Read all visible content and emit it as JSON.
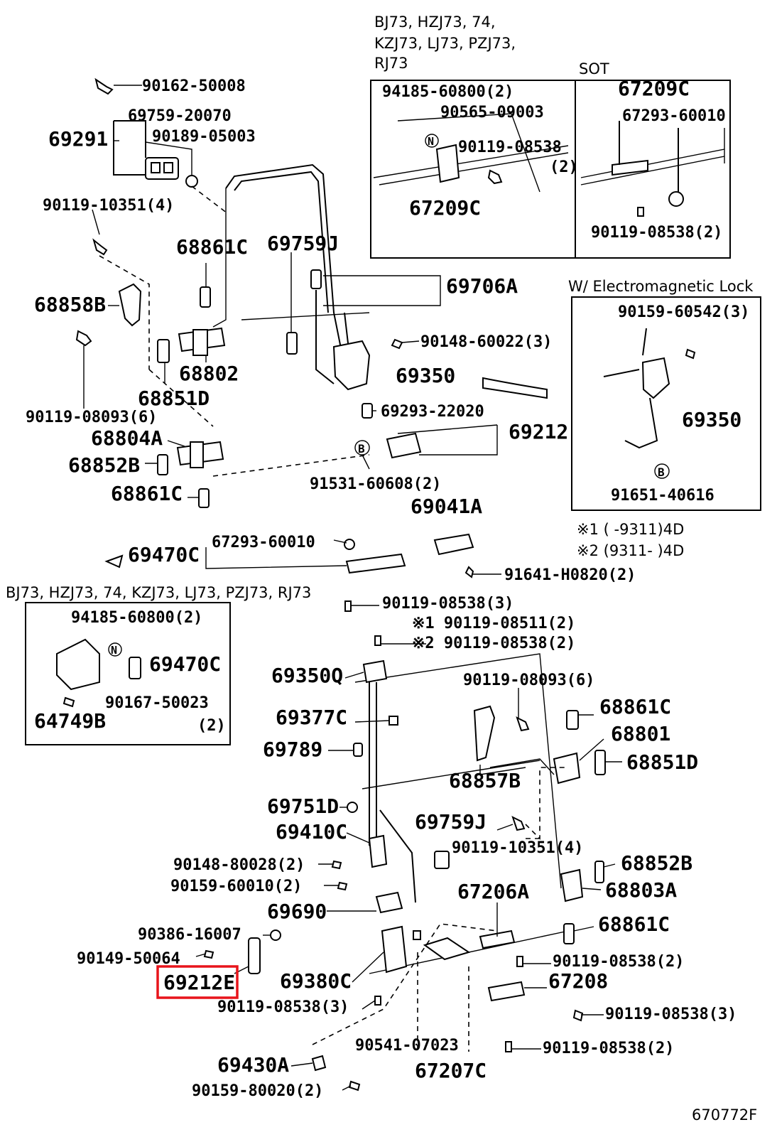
{
  "inset_top_left": {
    "models": [
      "BJ73, HZJ73, 74,",
      "KZJ73, LJ73, PZJ73,",
      "RJ73"
    ],
    "variant": "SOT"
  },
  "inset_right": {
    "title": "W/ Electromagnetic Lock"
  },
  "inset_bottom_left": {
    "models": "BJ73, HZJ73, 74, KZJ73, LJ73, PZJ73, RJ73"
  },
  "notes": [
    "※1 (      -9311)4D",
    "※2 (9311-      )4D"
  ],
  "drawing_code": "670772F",
  "highlighted_part": "69212E",
  "labels": {
    "p90162_50008": "90162-50008",
    "p69759_20070": "69759-20070",
    "p69291": "69291",
    "p90189_05003": "90189-05003",
    "p90119_10351a": "90119-10351(4)",
    "p68861C_a": "68861C",
    "p69759J_a": "69759J",
    "p69706A": "69706A",
    "p68858B": "68858B",
    "p90148_60022": "90148-60022(3)",
    "p68802": "68802",
    "p69350_a": "69350",
    "p68851D_a": "68851D",
    "p90119_08093a": "90119-08093(6)",
    "p69293_22020": "69293-22020",
    "p68804A": "68804A",
    "p69212": "69212",
    "p68852B_a": "68852B",
    "p91531_60608": "91531-60608(2)",
    "p68861C_b": "68861C",
    "p69041A": "69041A",
    "p94185_60800a": "94185-60800(2)",
    "p90565_09003": "90565-09003",
    "p90119_08538_i1": "90119-08538",
    "p90119_08538_i1q": "(2)",
    "p67209C_a": "67209C",
    "p67209C_b": "67209C",
    "p67293_60010a": "67293-60010",
    "p90119_08538_i2": "90119-08538(2)",
    "p90159_60542": "90159-60542(3)",
    "p69350_b": "69350",
    "p91651_40616": "91651-40616",
    "p67293_60010b": "67293-60010",
    "p69470C_a": "69470C",
    "p91641_H0820": "91641-H0820(2)",
    "p90119_08538_3a": "90119-08538(3)",
    "p94185_60800b": "94185-60800(2)",
    "p69470C_b": "69470C",
    "p90167_50023": "90167-50023",
    "p90167_50023q": "(2)",
    "p64749B": "64749B",
    "p90119_08511": "※1 90119-08511(2)",
    "p90119_08538_2b": "※2 90119-08538(2)",
    "p69350Q": "69350Q",
    "p90119_08093b": "90119-08093(6)",
    "p68861C_c": "68861C",
    "p69377C": "69377C",
    "p68801": "68801",
    "p69789": "69789",
    "p68851D_b": "68851D",
    "p68857B": "68857B",
    "p69751D": "69751D",
    "p69759J_b": "69759J",
    "p69410C": "69410C",
    "p90119_10351b": "90119-10351(4)",
    "p90148_80028": "90148-80028(2)",
    "p68852B_b": "68852B",
    "p90159_60010": "90159-60010(2)",
    "p68803A": "68803A",
    "p69690": "69690",
    "p67206A": "67206A",
    "p90386_16007": "90386-16007",
    "p68861C_d": "68861C",
    "p90149_50064": "90149-50064",
    "p90119_08538_2c": "90119-08538(2)",
    "p69380C": "69380C",
    "p67208": "67208",
    "p90119_08538_3b": "90119-08538(3)",
    "p90119_08538_3c": "90119-08538(3)",
    "p90541_07023": "90541-07023",
    "p90119_08538_2d": "90119-08538(2)",
    "p69430A": "69430A",
    "p67207C": "67207C",
    "p90159_80020": "90159-80020(2)"
  }
}
